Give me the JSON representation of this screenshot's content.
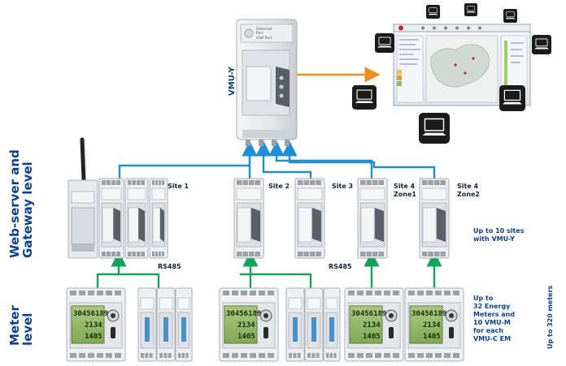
{
  "levels": {
    "webserver_line1": "Web-server and",
    "webserver_line2": "Gateway level",
    "meter_line1": "Meter",
    "meter_line2": "level"
  },
  "central_module": {
    "title": "VMU-Y",
    "port_labels": [
      "Ethernet",
      "Port",
      "USB Port"
    ]
  },
  "sites": [
    {
      "line1": "Site 1",
      "line2": ""
    },
    {
      "line1": "Site 2",
      "line2": ""
    },
    {
      "line1": "Site 3",
      "line2": ""
    },
    {
      "line1": "Site 4",
      "line2": "Zone1"
    },
    {
      "line1": "Site 4",
      "line2": "Zone2"
    }
  ],
  "bus_labels": [
    "RS485",
    "RS485"
  ],
  "notes": {
    "sites_note": [
      "Up to 10 sites",
      "with VMU-Y"
    ],
    "meters_note": [
      "Up to",
      "32 Energy",
      "Meters and",
      "10 VMU-M",
      "for each",
      "VMU-C EM"
    ],
    "distance_note": "Up to 320 meters"
  },
  "meter_display": {
    "line1": "30456189",
    "line2": "2134",
    "line3": "1405"
  },
  "colors": {
    "connection_blue": "#1f8fd4",
    "rs485_green": "#14a35a",
    "web_arrow": "#f08c1e",
    "label_blue": "#0d3f8f"
  },
  "icons": [
    "laptop-icon",
    "monitor-icon",
    "antenna-icon"
  ]
}
